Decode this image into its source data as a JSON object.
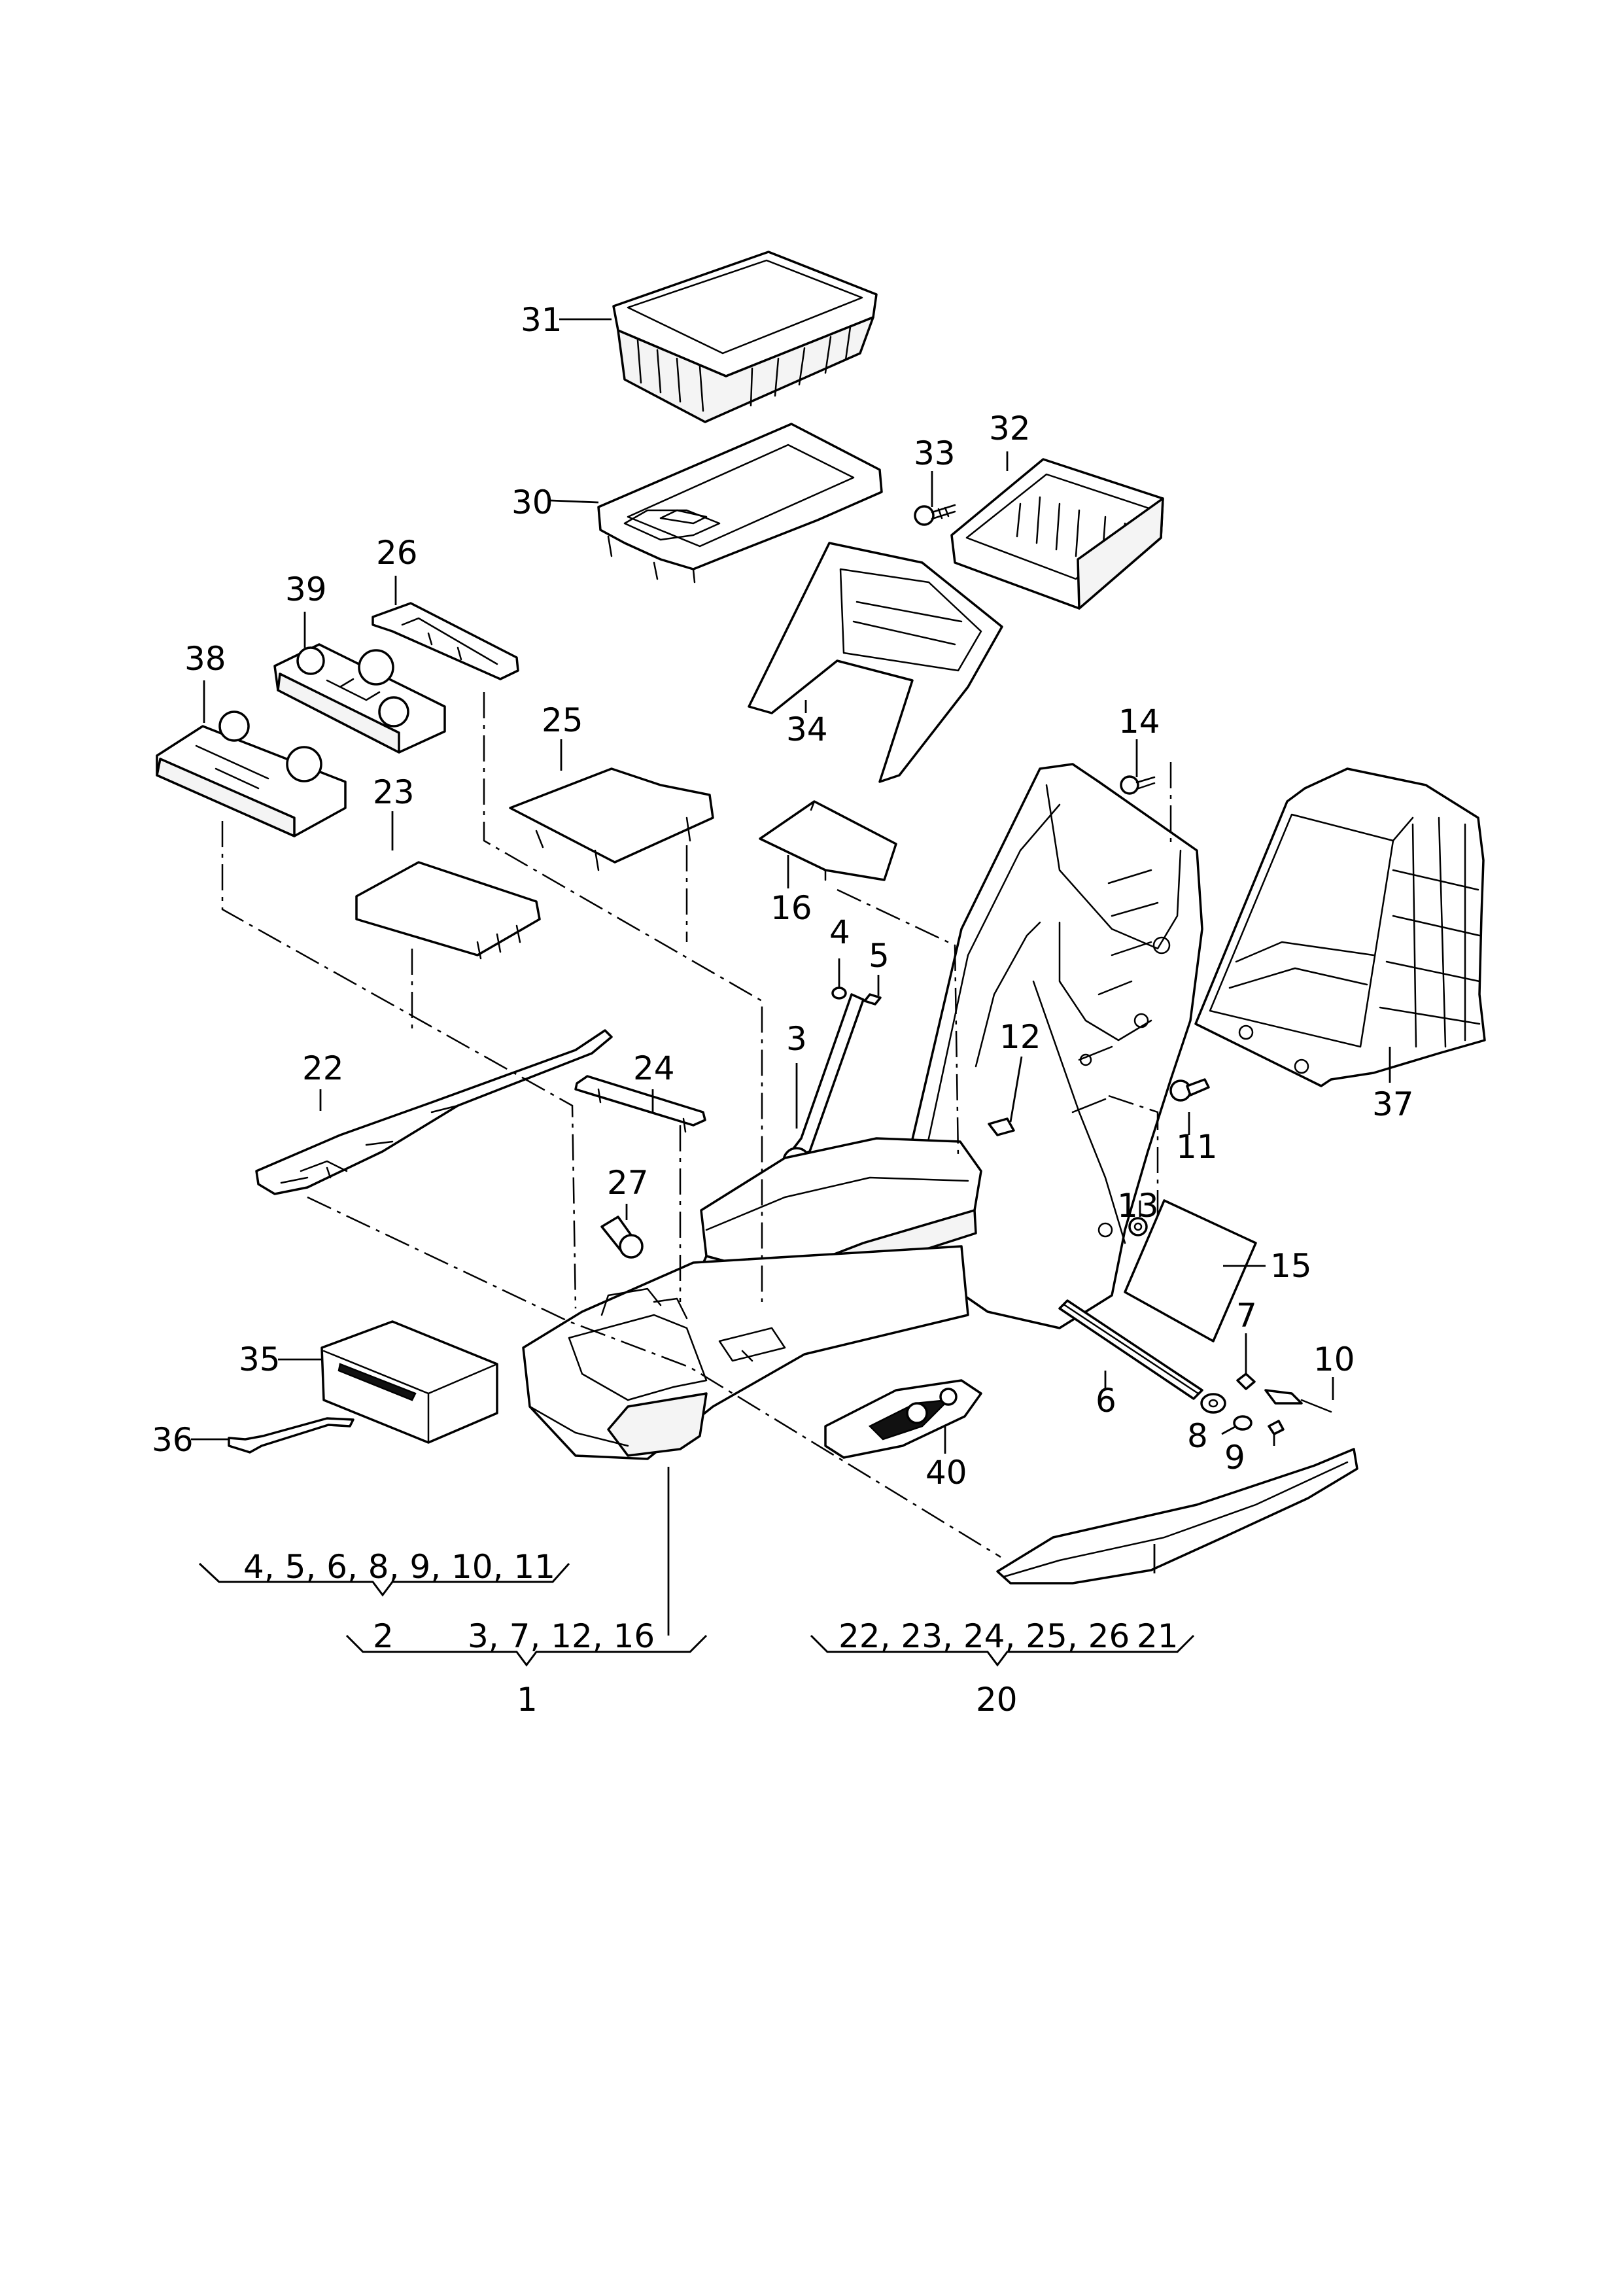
{
  "diagram": {
    "callouts": {
      "c1": "1",
      "c2": "2",
      "c3": "3",
      "c4": "4",
      "c5": "5",
      "c6": "6",
      "c7": "7",
      "c8": "8",
      "c9": "9",
      "c10": "10",
      "c11": "11",
      "c12": "12",
      "c13": "13",
      "c14": "14",
      "c15": "15",
      "c16": "16",
      "c20": "20",
      "c21": "21",
      "c22": "22",
      "c23": "23",
      "c24": "24",
      "c25": "25",
      "c26": "26",
      "c27": "27",
      "c30": "30",
      "c31": "31",
      "c32": "32",
      "c33": "33",
      "c34": "34",
      "c35": "35",
      "c36": "36",
      "c37": "37",
      "c38": "38",
      "c39": "39",
      "c40": "40"
    },
    "groups": {
      "g2_members": "4, 5, 6, 8, 9, 10, 11",
      "g2_label": "2",
      "g1_members": "3, 7, 12, 16",
      "g1_label": "1",
      "g20_members": "22, 23, 24, 25, 26",
      "g20_extra": "21",
      "g20_label": "20"
    }
  }
}
